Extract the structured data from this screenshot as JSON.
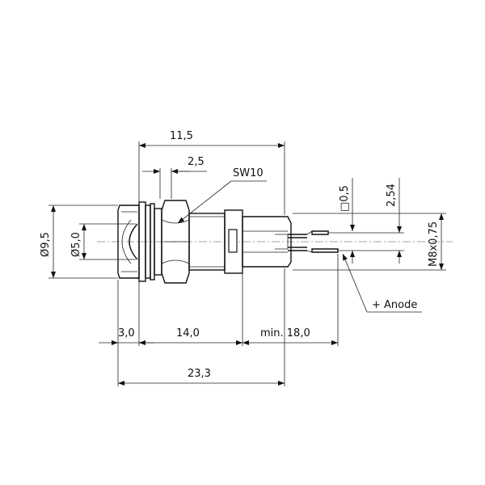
{
  "dimensions": {
    "overall_head": "11,5",
    "nut_thickness": "2,5",
    "wrench_size": "SW10",
    "pin_thickness": "□0,5",
    "pin_pitch": "2,54",
    "thread": "M8x0,75",
    "head_diameter": "Ø9,5",
    "lens_diameter": "Ø5,0",
    "flange": "3,0",
    "body_length": "14,0",
    "pin_length": "min. 18,0",
    "total_length": "23,3"
  },
  "labels": {
    "anode": "+ Anode"
  }
}
